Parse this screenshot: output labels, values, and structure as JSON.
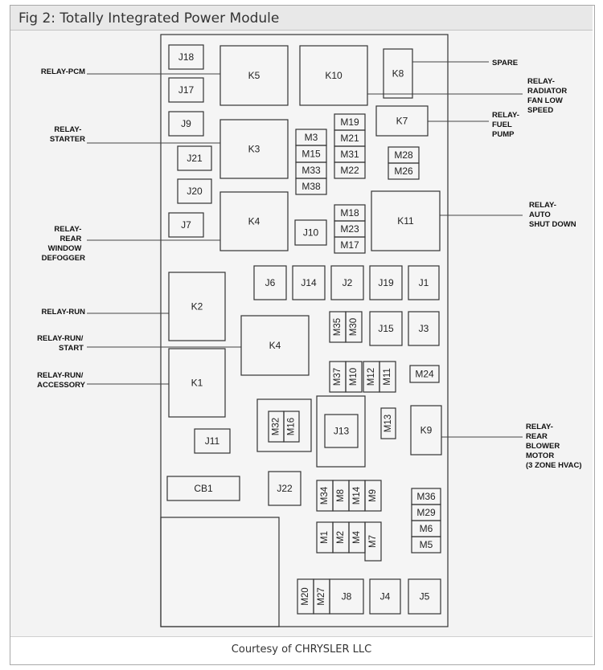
{
  "header": {
    "title": "Fig 2: Totally Integrated Power Module"
  },
  "footer": {
    "credit": "Courtesy of CHRYSLER LLC"
  },
  "cells": {
    "J18": "J18",
    "J17": "J17",
    "J9": "J9",
    "J21": "J21",
    "J20": "J20",
    "J7": "J7",
    "K5": "K5",
    "K10": "K10",
    "K8": "K8",
    "K3": "K3",
    "K7": "K7",
    "K4_top": "K4",
    "K11": "K11",
    "M3": "M3",
    "M15": "M15",
    "M33": "M33",
    "M38": "M38",
    "M19": "M19",
    "M21": "M21",
    "M31": "M31",
    "M22": "M22",
    "M28": "M28",
    "M26": "M26",
    "M18": "M18",
    "M23": "M23",
    "M17": "M17",
    "J10": "J10",
    "J6": "J6",
    "J14": "J14",
    "J2": "J2",
    "J19": "J19",
    "J1": "J1",
    "K2": "K2",
    "K4_mid": "K4",
    "M35": "M35",
    "M30": "M30",
    "J15": "J15",
    "J3": "J3",
    "K1": "K1",
    "M37": "M37",
    "M10": "M10",
    "M12": "M12",
    "M11": "M11",
    "M24": "M24",
    "M32": "M32",
    "M16": "M16",
    "J13": "J13",
    "M13": "M13",
    "K9": "K9",
    "J11": "J11",
    "CB1": "CB1",
    "J22": "J22",
    "M34": "M34",
    "M8": "M8",
    "M14": "M14",
    "M9": "M9",
    "M36": "M36",
    "M29": "M29",
    "M6": "M6",
    "M5": "M5",
    "M1": "M1",
    "M2": "M2",
    "M4": "M4",
    "M7": "M7",
    "M20": "M20",
    "M27": "M27",
    "J8": "J8",
    "J4": "J4",
    "J5": "J5"
  },
  "labels": {
    "relay_pcm": [
      "RELAY-PCM"
    ],
    "relay_starter": [
      "RELAY-",
      "STARTER"
    ],
    "relay_rear_window": [
      "RELAY-",
      "REAR",
      "WINDOW",
      "DEFOGGER"
    ],
    "relay_run": [
      "RELAY-RUN"
    ],
    "relay_run_start": [
      "RELAY-RUN/",
      "START"
    ],
    "relay_run_accessory": [
      "RELAY-RUN/",
      "ACCESSORY"
    ],
    "spare": [
      "SPARE"
    ],
    "relay_radiator": [
      "RELAY-",
      "RADIATOR",
      "FAN LOW",
      "SPEED"
    ],
    "relay_fuel_pump": [
      "RELAY-",
      "FUEL",
      "PUMP"
    ],
    "relay_auto_shutdown": [
      "RELAY-",
      "AUTO",
      "SHUT DOWN"
    ],
    "relay_rear_blower": [
      "RELAY-",
      "REAR",
      "BLOWER",
      "MOTOR",
      "(3 ZONE HVAC)"
    ]
  }
}
